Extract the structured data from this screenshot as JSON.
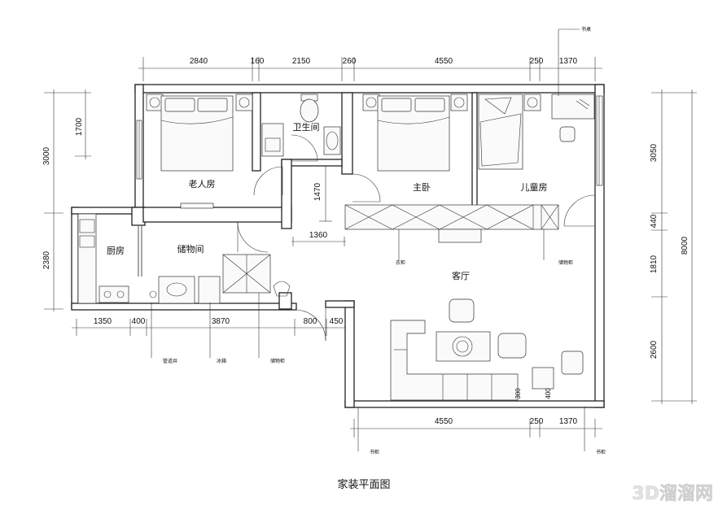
{
  "title": "家装平面图",
  "watermark": "3D溜溜网",
  "rooms": {
    "elder_bedroom": "老人房",
    "bathroom": "卫生间",
    "master_bedroom": "主卧",
    "kids_room": "儿童房",
    "kitchen": "厨房",
    "storage_room": "储物间",
    "living_room": "客厅"
  },
  "annotations": {
    "desk": "书桌",
    "wardrobe": "衣柜",
    "storage_cabinet_kids": "储物柜",
    "pipe_well": "管道井",
    "fridge": "冰箱",
    "storage_cabinet_store": "储物柜",
    "cabinet_left": "书柜",
    "cabinet_right": "书柜"
  },
  "dimensions": {
    "top": [
      "2840",
      "160",
      "2150",
      "260",
      "4550",
      "250",
      "1370"
    ],
    "bottom_left": [
      "1350",
      "400",
      "3870",
      "800",
      "450"
    ],
    "bottom_right": [
      "4550",
      "250",
      "1370"
    ],
    "left_upper": [
      "1700",
      "3000"
    ],
    "left_lower": "2380",
    "right": [
      "3050",
      "440",
      "1810",
      "2600"
    ],
    "right_total": "8000",
    "inner_vertical": "1470",
    "inner_horizontal": "1360",
    "small_a": "300",
    "small_b": "400"
  }
}
